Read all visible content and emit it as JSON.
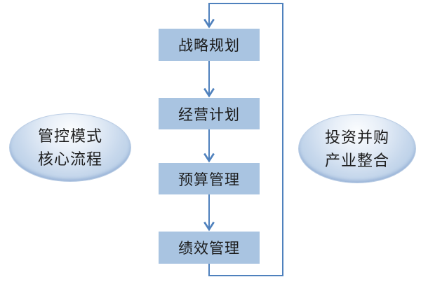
{
  "diagram": {
    "flow_steps": [
      {
        "label": "战略规划"
      },
      {
        "label": "经营计划"
      },
      {
        "label": "预算管理"
      },
      {
        "label": "绩效管理"
      }
    ],
    "left_label": {
      "line1": "管控模式",
      "line2": "核心流程"
    },
    "right_label": {
      "line1": "投资并购",
      "line2": "产业整合"
    },
    "colors": {
      "box_fill": "#a9c4e1",
      "connector_blue": "#4f81bd",
      "ellipse_highlight": "#fbfdfe",
      "ellipse_base": "#a9c4e1",
      "text": "#1c1c1c",
      "background": "#ffffff"
    }
  }
}
